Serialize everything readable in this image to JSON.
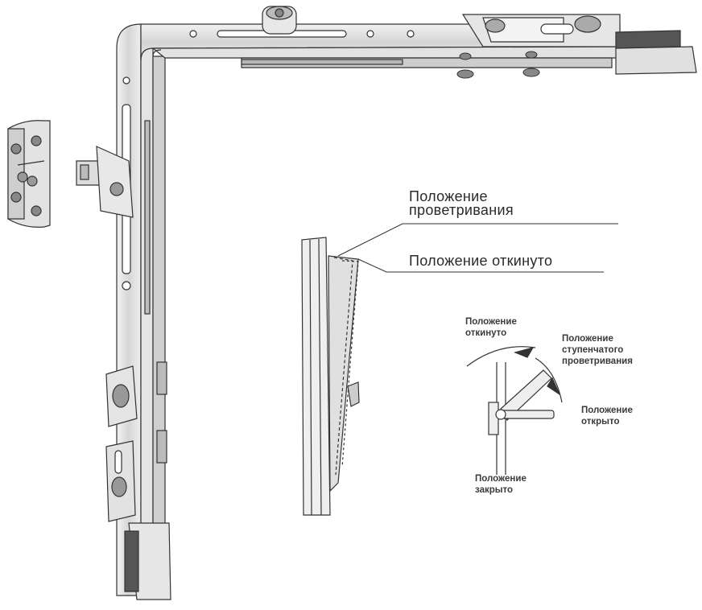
{
  "labels": {
    "ventilation_position": [
      "Положение",
      "проветривания"
    ],
    "tilt_position": "Положение откинуто",
    "small_tilt": [
      "Положение",
      "откинуто"
    ],
    "small_step_vent": [
      "Положение",
      "ступенчатого",
      "проветривания"
    ],
    "small_open": [
      "Положение",
      "открыто"
    ],
    "small_closed": [
      "Положение",
      "закрыто"
    ]
  },
  "colors": {
    "line": "#333333",
    "metal_light": "#eeeeee",
    "metal_mid": "#cfcfcf",
    "metal_dark": "#9a9a9a"
  }
}
